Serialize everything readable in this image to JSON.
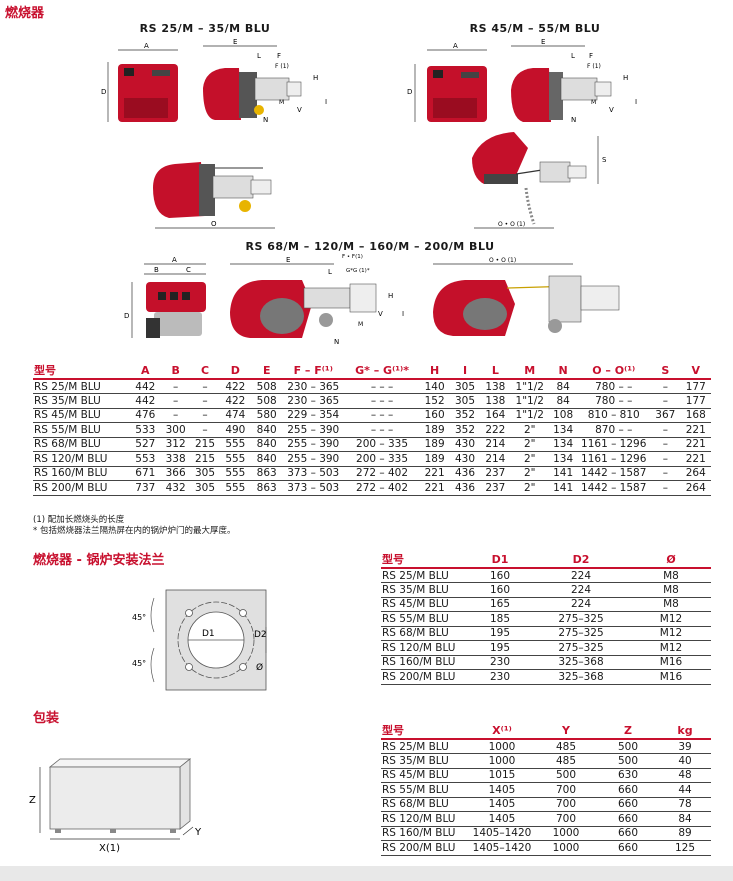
{
  "sections": {
    "burner_title": "燃烧器",
    "flange_title": "燃烧器 - 锅炉安装法兰",
    "packaging_title": "包装"
  },
  "figures": {
    "fig1_title": "RS 25/M – 35/M BLU",
    "fig2_title": "RS 45/M – 55/M BLU",
    "fig3_title": "RS 68/M – 120/M – 160/M – 200/M BLU"
  },
  "dims_table": {
    "headers": [
      "型号",
      "A",
      "B",
      "C",
      "D",
      "E",
      "F – F⁽¹⁾",
      "G* – G⁽¹⁾*",
      "H",
      "I",
      "L",
      "M",
      "N",
      "O – O⁽¹⁾",
      "S",
      "V"
    ],
    "rows": [
      [
        "RS 25/M BLU",
        "442",
        "–",
        "–",
        "422",
        "508",
        "230 – 365",
        "– – –",
        "140",
        "305",
        "138",
        "1\"1/2",
        "84",
        "780 – –",
        "–",
        "177"
      ],
      [
        "RS 35/M BLU",
        "442",
        "–",
        "–",
        "422",
        "508",
        "230 – 365",
        "– – –",
        "152",
        "305",
        "138",
        "1\"1/2",
        "84",
        "780 – –",
        "–",
        "177"
      ],
      [
        "RS 45/M BLU",
        "476",
        "–",
        "–",
        "474",
        "580",
        "229 – 354",
        "– – –",
        "160",
        "352",
        "164",
        "1\"1/2",
        "108",
        "810 – 810",
        "367",
        "168"
      ],
      [
        "RS 55/M BLU",
        "533",
        "300",
        "–",
        "490",
        "840",
        "255 – 390",
        "– – –",
        "189",
        "352",
        "222",
        "2\"",
        "134",
        "870 – –",
        "–",
        "221"
      ],
      [
        "RS 68/M BLU",
        "527",
        "312",
        "215",
        "555",
        "840",
        "255 – 390",
        "200 – 335",
        "189",
        "430",
        "214",
        "2\"",
        "134",
        "1161 – 1296",
        "–",
        "221"
      ],
      [
        "RS 120/M BLU",
        "553",
        "338",
        "215",
        "555",
        "840",
        "255 – 390",
        "200 – 335",
        "189",
        "430",
        "214",
        "2\"",
        "134",
        "1161 – 1296",
        "–",
        "221"
      ],
      [
        "RS 160/M BLU",
        "671",
        "366",
        "305",
        "555",
        "863",
        "373 – 503",
        "272 – 402",
        "221",
        "436",
        "237",
        "2\"",
        "141",
        "1442 – 1587",
        "–",
        "264"
      ],
      [
        "RS 200/M BLU",
        "737",
        "432",
        "305",
        "555",
        "863",
        "373 – 503",
        "272 – 402",
        "221",
        "436",
        "237",
        "2\"",
        "141",
        "1442 – 1587",
        "–",
        "264"
      ]
    ]
  },
  "notes": {
    "note1": "(1) 配加长燃烧头的长度",
    "note2": "* 包括燃烧器法兰隔热屏在内的锅炉炉门的最大厚度。"
  },
  "flange_table": {
    "headers": [
      "型号",
      "D1",
      "D2",
      "Ø"
    ],
    "rows": [
      [
        "RS 25/M BLU",
        "160",
        "224",
        "M8"
      ],
      [
        "RS 35/M BLU",
        "160",
        "224",
        "M8"
      ],
      [
        "RS 45/M BLU",
        "165",
        "224",
        "M8"
      ],
      [
        "RS 55/M BLU",
        "185",
        "275–325",
        "M12"
      ],
      [
        "RS 68/M BLU",
        "195",
        "275–325",
        "M12"
      ],
      [
        "RS 120/M BLU",
        "195",
        "275–325",
        "M12"
      ],
      [
        "RS 160/M BLU",
        "230",
        "325–368",
        "M16"
      ],
      [
        "RS 200/M BLU",
        "230",
        "325–368",
        "M16"
      ]
    ]
  },
  "pack_table": {
    "headers": [
      "型号",
      "X⁽¹⁾",
      "Y",
      "Z",
      "kg"
    ],
    "rows": [
      [
        "RS 25/M BLU",
        "1000",
        "485",
        "500",
        "39"
      ],
      [
        "RS 35/M BLU",
        "1000",
        "485",
        "500",
        "40"
      ],
      [
        "RS 45/M BLU",
        "1015",
        "500",
        "630",
        "48"
      ],
      [
        "RS 55/M BLU",
        "1405",
        "700",
        "660",
        "44"
      ],
      [
        "RS 68/M BLU",
        "1405",
        "700",
        "660",
        "78"
      ],
      [
        "RS 120/M BLU",
        "1405",
        "700",
        "660",
        "84"
      ],
      [
        "RS 160/M BLU",
        "1405–1420",
        "1000",
        "660",
        "89"
      ],
      [
        "RS 200/M BLU",
        "1405–1420",
        "1000",
        "660",
        "125"
      ]
    ]
  },
  "diagram_labels": {
    "a": "A",
    "b": "B",
    "c": "C",
    "d": "D",
    "e": "E",
    "f": "F",
    "f1": "F (1)",
    "ff1": "F • F(1)",
    "gg1": "G*G (1)*",
    "h": "H",
    "i": "I",
    "l": "L",
    "m": "M",
    "n": "N",
    "v": "V",
    "o": "O",
    "oo1": "O • O (1)",
    "s": "S",
    "d1": "D1",
    "d2": "D2",
    "bolt": "Ø",
    "angle": "45°",
    "x1": "X(1)",
    "y": "Y",
    "z": "Z"
  },
  "colors": {
    "accent": "#c8102e",
    "burner_red": "#c4102a",
    "footer": "#e8e8e8"
  }
}
